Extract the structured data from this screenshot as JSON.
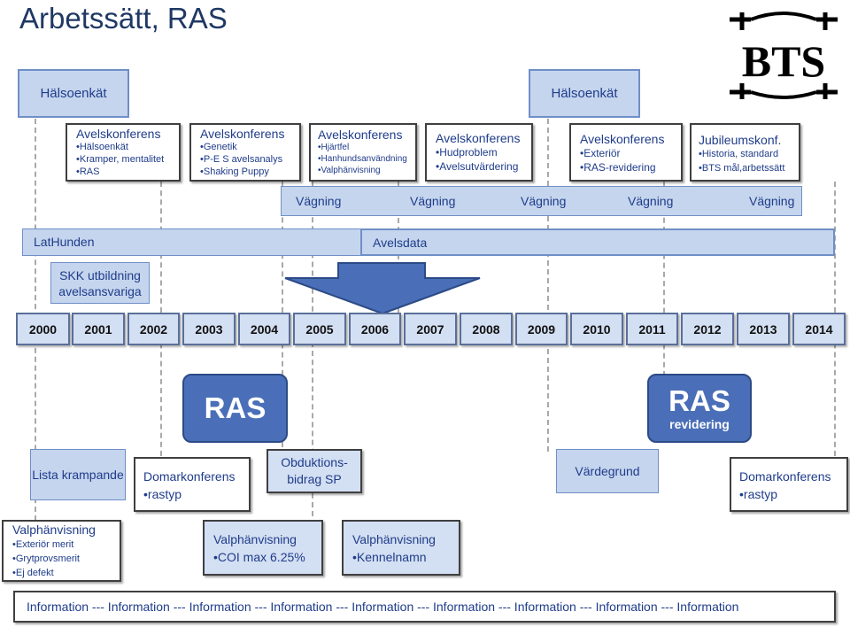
{
  "page_title": "Arbetssätt, RAS",
  "logo_text": "BTS",
  "health_survey": [
    "Hälsoenkät",
    "Hälsoenkät"
  ],
  "conferences": [
    {
      "title": "Avelskonferens",
      "items": [
        "Hälsoenkät",
        "Kramper, mentalitet",
        "RAS"
      ]
    },
    {
      "title": "Avelskonferens",
      "items": [
        "Genetik",
        "P-E S avelsanalys",
        "Shaking Puppy"
      ]
    },
    {
      "title": "Avelskonferens",
      "items": [
        "Hjärtfel",
        "Hanhundsanvändning",
        "Valphänvisning"
      ]
    },
    {
      "title": "Avelskonferens",
      "items": [
        "Hudproblem",
        "Avelsutvärdering"
      ]
    },
    {
      "title": "Avelskonferens",
      "items": [
        "Exteriör",
        "RAS-revidering"
      ]
    },
    {
      "title": "Jubileumskonf.",
      "items": [
        "Historia, standard",
        "BTS mål,arbetssätt"
      ]
    }
  ],
  "weighing": [
    "Vägning",
    "Vägning",
    "Vägning",
    "Vägning",
    "Vägning"
  ],
  "lathunden": "LatHunden",
  "avelsdata": "Avelsdata",
  "skk": "SKK utbildning avelsansvariga",
  "years": [
    "2000",
    "2001",
    "2002",
    "2003",
    "2004",
    "2005",
    "2006",
    "2007",
    "2008",
    "2009",
    "2010",
    "2011",
    "2012",
    "2013",
    "2014"
  ],
  "ras": {
    "label": "RAS"
  },
  "ras_rev": {
    "label": "RAS",
    "sub": "revidering"
  },
  "lista": "Lista krampande",
  "domar1": {
    "title": "Domarkonferens",
    "item": "rastyp"
  },
  "obduktion": "Obduktions-bidrag SP",
  "vardegrund": "Värdegrund",
  "domar2": {
    "title": "Domarkonferens",
    "item": "rastyp"
  },
  "valp1": {
    "title": "Valphänvisning",
    "items": [
      "Exteriör merit",
      "Grytprovsmerit",
      "Ej defekt"
    ]
  },
  "valp2": {
    "title": "Valphänvisning",
    "item": "COI max 6.25%"
  },
  "valp3": {
    "title": "Valphänvisning",
    "item": "Kennelnamn"
  },
  "information": "Information --- Information --- Information --- Information --- Information --- Information --- Information --- Information --- Information",
  "colors": {
    "primary": "#1f3c8a",
    "box_fill": "#c5d5ee",
    "arrow": "#4a6fb8"
  }
}
